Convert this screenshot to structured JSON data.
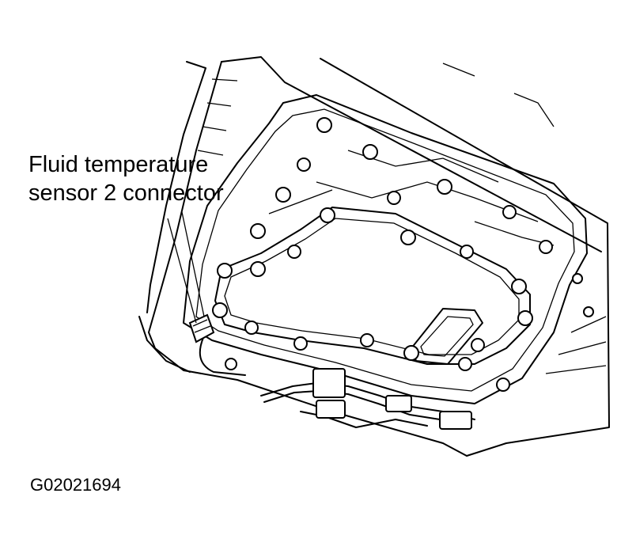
{
  "callout": {
    "line1": "Fluid temperature",
    "line2": "sensor 2 connector"
  },
  "figure_id": "G02021694"
}
